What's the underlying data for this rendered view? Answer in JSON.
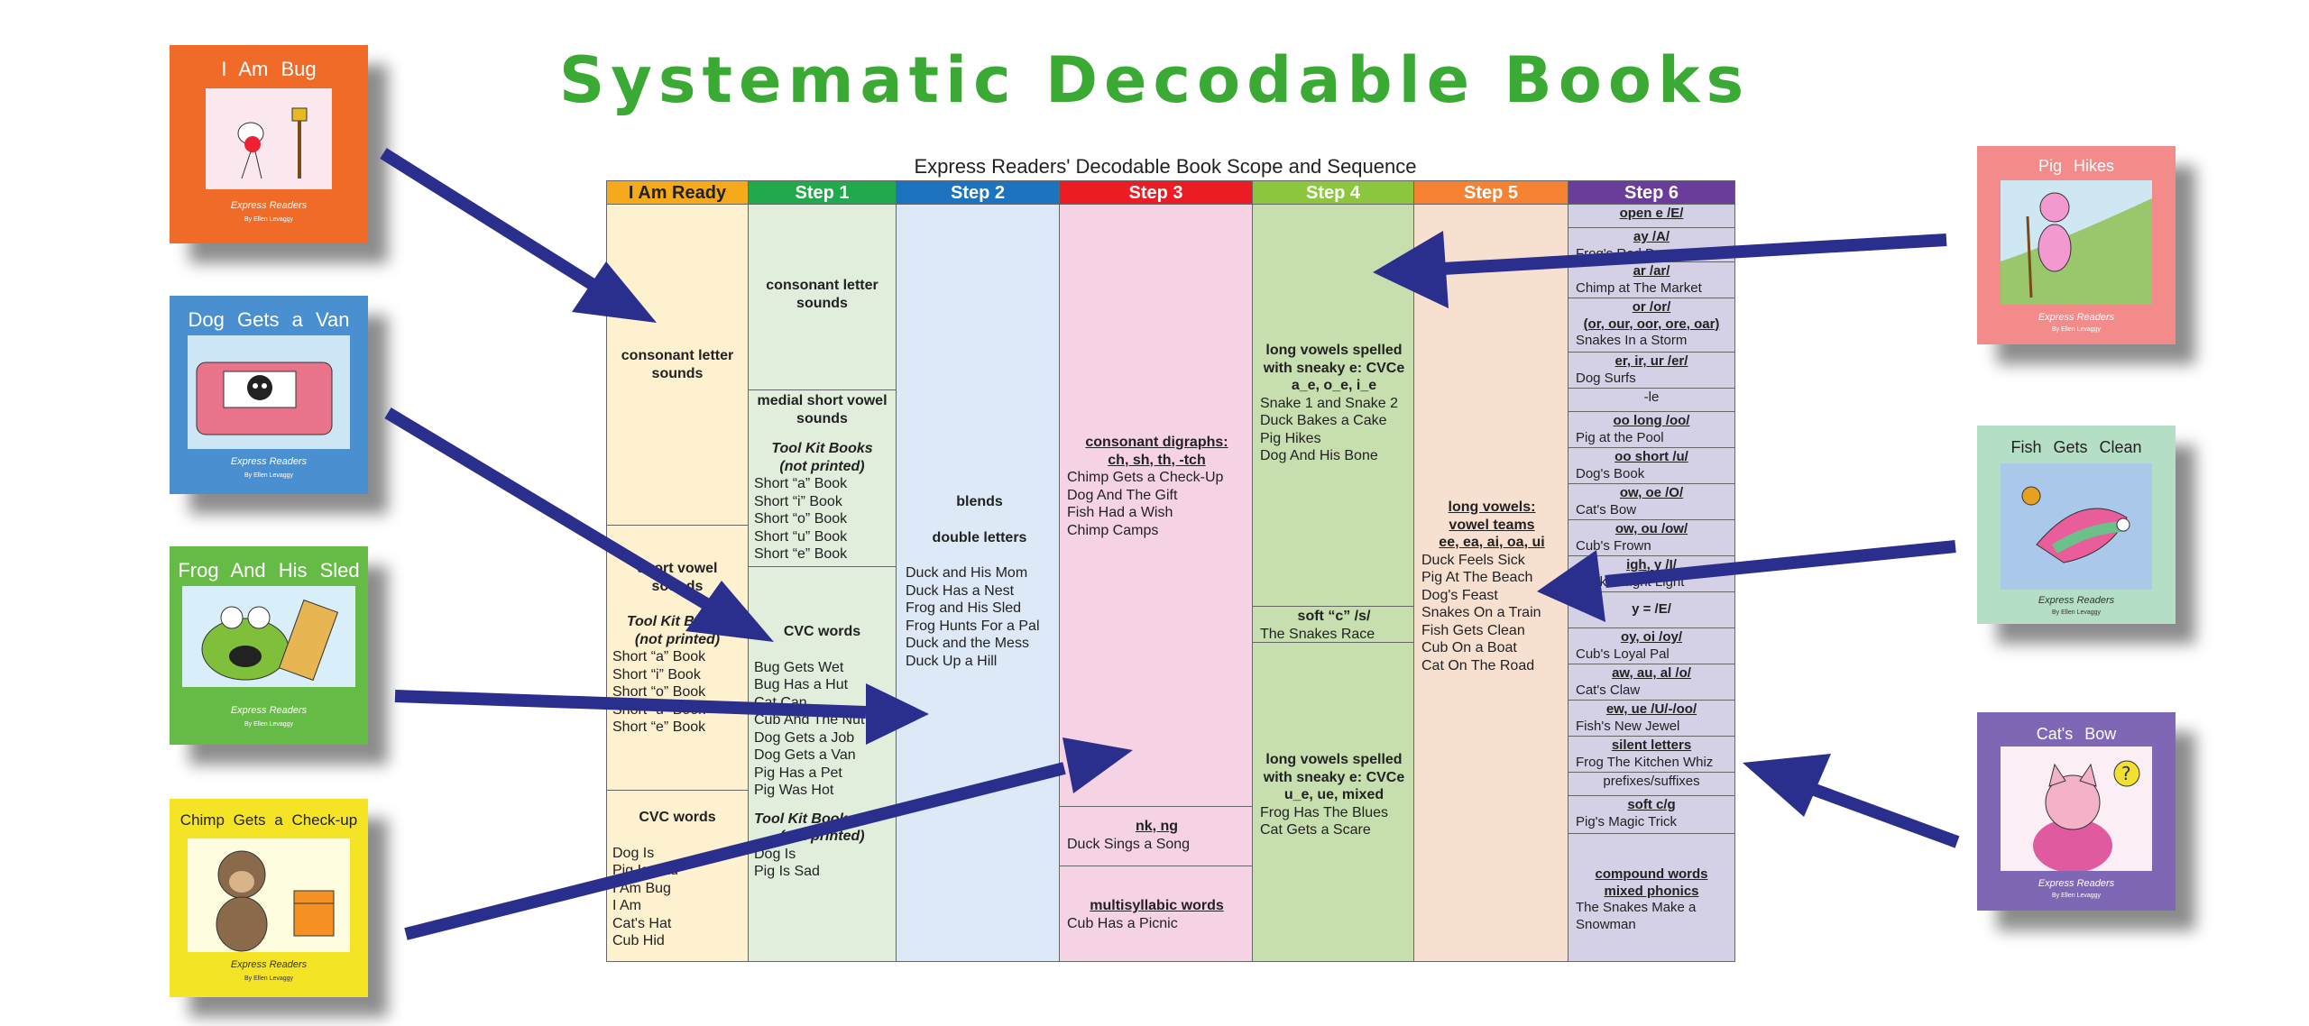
{
  "page": {
    "title": "Systematic Decodable Books",
    "subtitle": "Express Readers' Decodable Book Scope and Sequence"
  },
  "colors": {
    "title_green": "#3aaa35",
    "arrow_blue": "#2a2e8c",
    "ready": "#f5aa1c",
    "step1": "#21a94b",
    "step2": "#1e73be",
    "step3": "#ec1c24",
    "step4": "#8cc63f",
    "step5": "#f58233",
    "step6": "#6a3d9a"
  },
  "books": [
    {
      "title": "I Am Bug",
      "publisher": "Express Readers",
      "author": "By Ellen Levaggy",
      "color": "#f06a28"
    },
    {
      "title": "Dog Gets a Van",
      "publisher": "Express Readers",
      "author": "By Ellen Levaggy",
      "color": "#4a8fd0"
    },
    {
      "title": "Frog And His Sled",
      "publisher": "Express Readers",
      "author": "By Ellen Levaggy",
      "color": "#66bb46"
    },
    {
      "title": "Chimp Gets a Check-up",
      "publisher": "Express Readers",
      "author": "By Ellen Levaggy",
      "color": "#f5e426"
    },
    {
      "title": "Pig Hikes",
      "publisher": "Express Readers",
      "author": "By Ellen Levaggy",
      "color": "#f38b8b"
    },
    {
      "title": "Fish Gets Clean",
      "publisher": "Express Readers",
      "author": "By Ellen Levaggy",
      "color": "#b4dfc5"
    },
    {
      "title": "Cat's Bow",
      "publisher": "Express Readers",
      "author": "By Ellen Levaggy",
      "color": "#7e67b5"
    }
  ],
  "columns": {
    "ready": {
      "header": "I Am Ready",
      "c1": {
        "head": "consonant letter sounds"
      },
      "c2": {
        "head": "short vowel sounds",
        "tk1": "Tool Kit Books",
        "tk2": "(not printed)",
        "items": [
          "Short “a” Book",
          "Short “i” Book",
          "Short “o” Book",
          "Short “u” Book",
          "Short “e” Book"
        ]
      },
      "c3": {
        "head": "CVC words",
        "items": [
          "Dog Is",
          "Pig Is Sad",
          "I Am Bug",
          "I Am",
          "Cat's Hat",
          "Cub Hid"
        ]
      }
    },
    "step1": {
      "header": "Step 1",
      "c1": {
        "head": "consonant letter sounds"
      },
      "c2": {
        "head": "medial short vowel sounds",
        "tk1": "Tool Kit Books",
        "tk2": "(not printed)",
        "items": [
          "Short “a” Book",
          "Short “i” Book",
          "Short “o” Book",
          "Short “u” Book",
          "Short “e” Book"
        ]
      },
      "c3": {
        "head": "CVC words",
        "items": [
          "Bug Gets Wet",
          "Bug Has a Hut",
          "Cat Can",
          "Cub And The Nut",
          "Dog Gets a Job",
          "Dog Gets a Van",
          "Pig Has a Pet",
          "Pig Was Hot"
        ],
        "tk1": "Tool Kit Books",
        "tk2": "(not printed)",
        "items2": [
          "Dog Is",
          "Pig Is Sad"
        ]
      }
    },
    "step2": {
      "header": "Step 2",
      "c1": {
        "head1": "blends",
        "head2": "double letters",
        "items": [
          "Duck and His Mom",
          "Duck Has a Nest",
          "Frog and His Sled",
          "Frog Hunts For a Pal",
          "Duck and the Mess",
          "Duck Up a Hill"
        ]
      }
    },
    "step3": {
      "header": "Step 3",
      "c1": {
        "head1": "consonant digraphs:",
        "head2": "ch, sh, th, -tch",
        "items": [
          "Chimp Gets a Check-Up",
          "Dog And The Gift",
          "Fish Had a Wish",
          "Chimp Camps"
        ]
      },
      "c2": {
        "head": "nk, ng",
        "items": [
          "Duck Sings a Song"
        ]
      },
      "c3": {
        "head": "multisyllabic words",
        "items": [
          "Cub Has a Picnic"
        ]
      }
    },
    "step4": {
      "header": "Step 4",
      "c1": {
        "head1": "long vowels spelled",
        "head2": "with sneaky e: CVCe",
        "head3": "a_e, o_e, i_e",
        "items": [
          "Snake 1 and Snake 2",
          "Duck Bakes a Cake",
          "Pig Hikes",
          "Dog And His Bone"
        ]
      },
      "c2": {
        "head": "soft “c” /s/",
        "items": [
          "The Snakes Race"
        ]
      },
      "c3": {
        "head1": "long vowels spelled",
        "head2": "with sneaky e: CVCe",
        "head3": "u_e, ue, mixed",
        "items": [
          "Frog Has The Blues",
          "Cat Gets a Scare"
        ]
      }
    },
    "step5": {
      "header": "Step 5",
      "c1": {
        "head1": "long vowels:",
        "head2": "vowel teams",
        "head3": "ee, ea, ai, oa, ui",
        "items": [
          "Duck Feels Sick",
          "Pig At The Beach",
          "Dog's Feast",
          "Snakes On a Train",
          "Fish Gets Clean",
          "Cub On a Boat",
          "Cat On The Road"
        ]
      }
    },
    "step6": {
      "header": "Step 6",
      "rows": [
        {
          "head": "open e /E/",
          "items": []
        },
        {
          "head": "ay /A/",
          "items": [
            "Frog's Red Day"
          ]
        },
        {
          "head": "ar /ar/",
          "items": [
            "Chimp at The Market"
          ]
        },
        {
          "head": "or /or/",
          "head2": "(or, our, oor, ore, oar)",
          "items": [
            "Snakes In a Storm"
          ]
        },
        {
          "head": "er, ir, ur /er/",
          "items": [
            "Dog Surfs"
          ]
        },
        {
          "plain": "-le",
          "items": []
        },
        {
          "head": "oo long /oo/",
          "items": [
            "Pig at the Pool"
          ]
        },
        {
          "head": "oo short /u/",
          "items": [
            "Dog's Book"
          ]
        },
        {
          "head": "ow, oe /O/",
          "items": [
            "Cat's Bow"
          ]
        },
        {
          "head": "ow, ou /ow/",
          "items": [
            "Cub's Frown"
          ]
        },
        {
          "head": "igh, y /I/",
          "items": [
            "Duck's Night Light"
          ]
        },
        {
          "plainbold": "y = /E/",
          "items": []
        },
        {
          "head": "oy, oi /oy/",
          "items": [
            "Cub's Loyal Pal"
          ]
        },
        {
          "head": "aw, au, al /o/",
          "items": [
            "Cat's Claw"
          ]
        },
        {
          "head": "ew, ue /U/-/oo/",
          "items": [
            "Fish's New Jewel"
          ]
        },
        {
          "head": "silent letters",
          "items": [
            "Frog The Kitchen Whiz"
          ]
        },
        {
          "plain": "prefixes/suffixes",
          "items": []
        },
        {
          "head": "soft c/g",
          "items": [
            "Pig's Magic Trick"
          ]
        },
        {
          "head": "compound words",
          "head2": "mixed phonics",
          "items": [
            "The Snakes Make a",
            "Snowman"
          ]
        }
      ]
    }
  }
}
